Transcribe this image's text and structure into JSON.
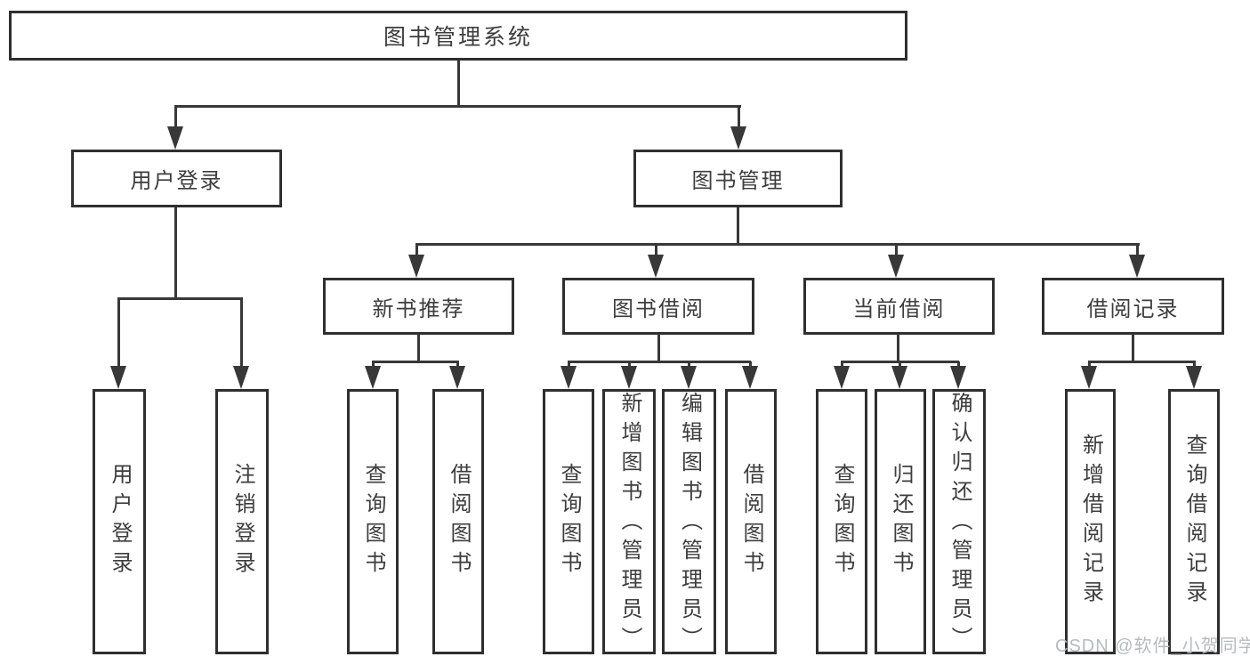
{
  "diagram": {
    "kind": "hierarchy-tree",
    "colors": {
      "box_border": "#2f2f2f",
      "connector_line": "#383838",
      "text": "#3d3d3d",
      "watermark_text": "#b7bbbe",
      "background": "#ffffff"
    }
  },
  "tree": {
    "label": "图书管理系统",
    "children": [
      {
        "label": "用户登录",
        "children": [
          {
            "label": "用户登录"
          },
          {
            "label": "注销登录"
          }
        ]
      },
      {
        "label": "图书管理",
        "children": [
          {
            "label": "新书推荐",
            "children": [
              {
                "label": "查询图书"
              },
              {
                "label": "借阅图书"
              }
            ]
          },
          {
            "label": "图书借阅",
            "children": [
              {
                "label": "查询图书"
              },
              {
                "label": "新增图书（管理员）"
              },
              {
                "label": "编辑图书（管理员）"
              },
              {
                "label": "借阅图书"
              }
            ]
          },
          {
            "label": "当前借阅",
            "children": [
              {
                "label": "查询图书"
              },
              {
                "label": "归还图书"
              },
              {
                "label": "确认归还（管理员）"
              }
            ]
          },
          {
            "label": "借阅记录",
            "children": [
              {
                "label": "新增借阅记录"
              },
              {
                "label": "查询借阅记录"
              }
            ]
          }
        ]
      }
    ]
  },
  "watermark": {
    "text": "CSDN @软件_小贺同学"
  }
}
